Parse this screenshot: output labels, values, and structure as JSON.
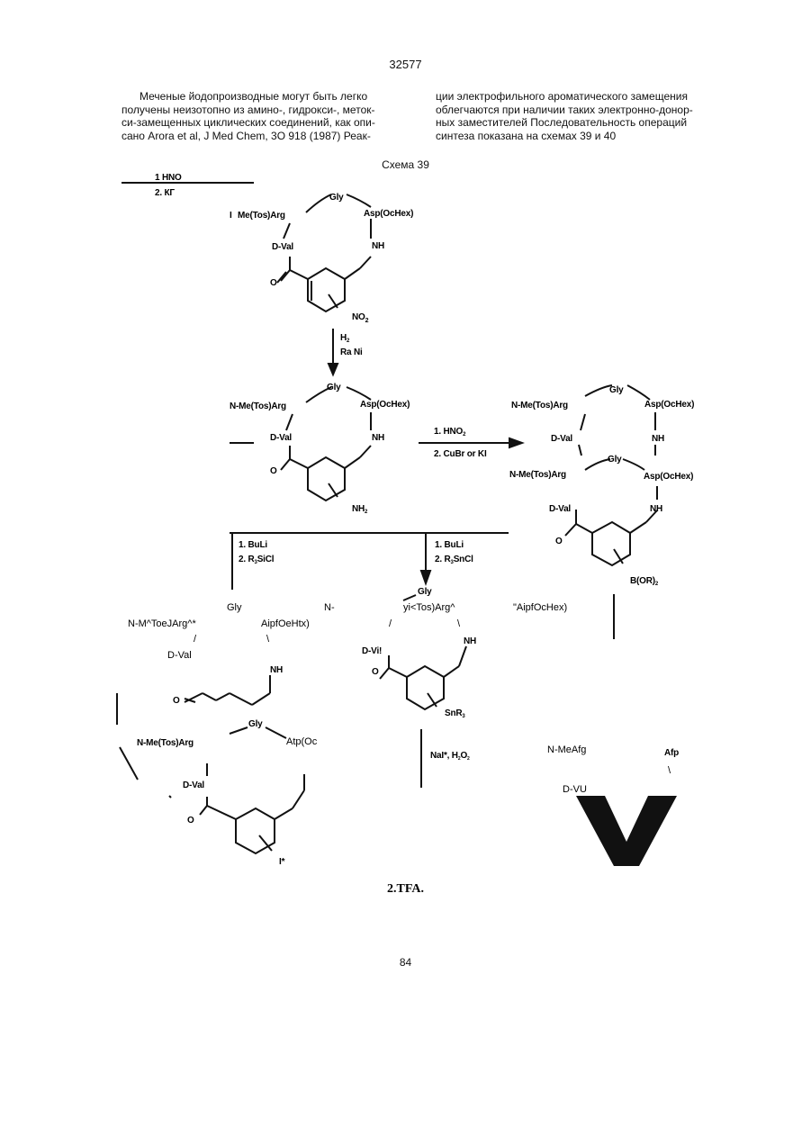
{
  "header": {
    "page_number_top": "32577"
  },
  "body": {
    "left_lines": [
      "Меченые йодопроизводные могут быть легко",
      "получены неизотопно из амино-, гидрокси-, меток-",
      "си-замещенных циклических соединений, как опи-",
      "сано Arora et al, J Med Chem, 3O 918 (1987) Реак-"
    ],
    "right_lines": [
      "ции электрофильного ароматического замещения",
      "облегчаются при наличии таких электронно-донор-",
      "ных заместителей Последовательность операций",
      "синтеза показана на схемах 39 и 40"
    ]
  },
  "scheme": {
    "title": "Схема 39",
    "top_left_reagents": [
      "1 HNO",
      "2. КГ"
    ],
    "labels": {
      "tos_arg": "N-Me(Tos)Arg",
      "tos_arg_partial": "Me(Tos)Arg",
      "i_prefix": "I",
      "gly": "Gly",
      "asp": "Asp(OcHex)",
      "asp_small": "Asp(OcHex)",
      "dval": "D-Val",
      "nh": "NH",
      "no2": "NO",
      "no2_sub": "2",
      "nh2": "NH",
      "nh2_sub": "2",
      "h2": "H",
      "h2_sub": "2",
      "rani": "Ra Ni",
      "o": "O",
      "b_or": "B(OR)",
      "b_or_sub": "2",
      "snr3": "SnR",
      "snr3_sub": "3",
      "i_star": "I*",
      "d_val_ocr": "D-Vi!",
      "atp": "Atp(Oc",
      "afp": "Afp",
      "nmeafg": "N-MeAfg",
      "dvu": "D-VU",
      "bslash": "\\",
      "slash": "/"
    },
    "reagents": {
      "arrow_right": [
        "1. HNO",
        "2. CuBr or KI"
      ],
      "arrow_right_sub": "2",
      "branch_left": [
        "1. BuLi",
        "2. R",
        "SiCl"
      ],
      "branch_left_sub": "3",
      "branch_mid": [
        "1. BuLi",
        "2. R",
        "SnCl"
      ],
      "branch_mid_sub": "3",
      "iodination": "NaI*, H",
      "iodination_tail": "O",
      "iodination_sub": "2"
    },
    "ocr_row": {
      "gly": "Gly",
      "n_dash": "N-",
      "gly_partial": "Gly",
      "yi_tos": "yi<Tos)Arg^",
      "aip_right": "\"AipfOcHex)",
      "nm_toe": "N-M^ToeJArg^*",
      "aipf_left": "AipfOeHtx)"
    },
    "tfa": "2.TFA."
  },
  "footer": {
    "page_number_bottom": "84"
  }
}
